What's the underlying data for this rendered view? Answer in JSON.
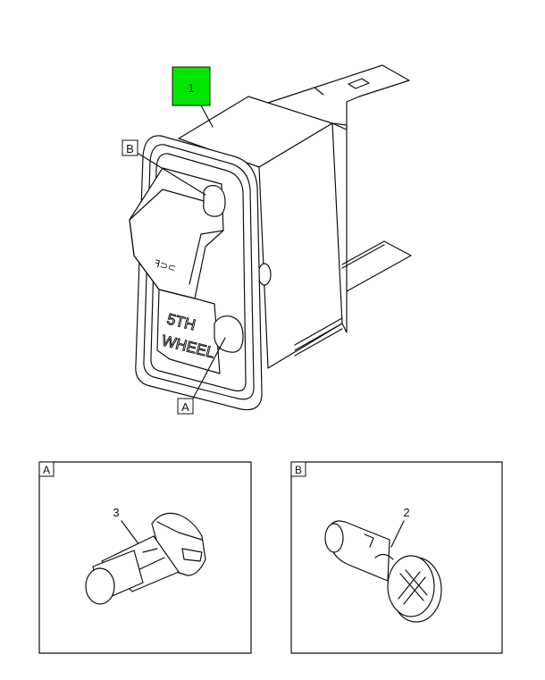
{
  "callouts": {
    "part_1": "1",
    "detail_a_ref": "A",
    "detail_b_ref": "B"
  },
  "switch_face": {
    "line1": "5TH",
    "line2": "WHEEL",
    "brand_mark": "ꟻ⊃⊂"
  },
  "detail_a": {
    "title": "A",
    "part_label": "3"
  },
  "detail_b": {
    "title": "B",
    "part_label": "2"
  },
  "colors": {
    "highlight": "#00e600",
    "line": "#111111"
  }
}
